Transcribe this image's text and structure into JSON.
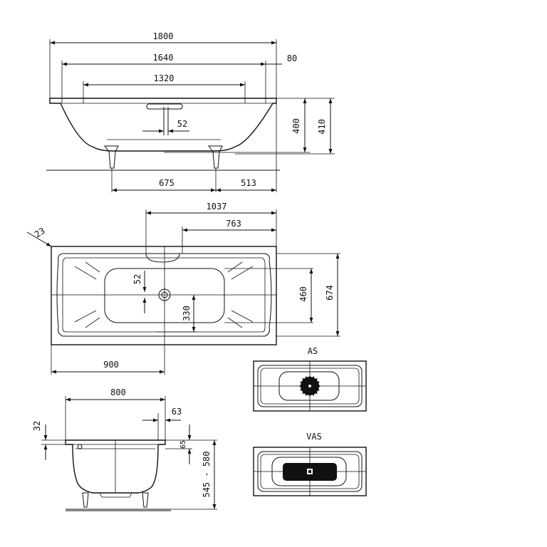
{
  "dimensions": {
    "front_total_length": "1800",
    "front_rim_length": "1640",
    "front_bottom_length": "1320",
    "front_rim_width": "80",
    "front_height_400": "400",
    "front_height_410": "410",
    "front_drain_offset": "52",
    "front_foot_left": "675",
    "front_foot_right": "513",
    "plan_drain_1037": "1037",
    "plan_drain_763": "763",
    "plan_corner_radius": "23",
    "plan_drain_offset": "52",
    "plan_inner_width": "460",
    "plan_outer_width": "674",
    "plan_drain_center": "330",
    "plan_length_900": "900",
    "side_width": "800",
    "side_rim": "63",
    "side_rim_thickness": "32",
    "side_rim_65": "65",
    "side_height_range": "545 - 580"
  },
  "variants": {
    "as_label": "AS",
    "vas_label": "VAS"
  },
  "colors": {
    "line": "#111111",
    "background": "#ffffff"
  }
}
